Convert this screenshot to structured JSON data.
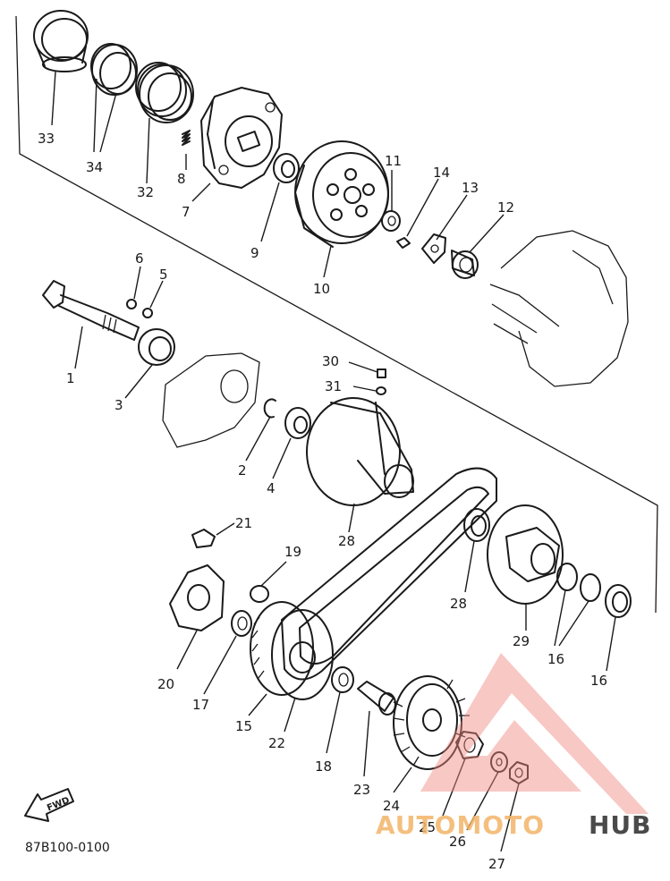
{
  "figure": {
    "diagram_code": "87B100-0100",
    "fwd_label": "FWD"
  },
  "callouts": [
    "1",
    "2",
    "3",
    "4",
    "5",
    "6",
    "7",
    "8",
    "9",
    "10",
    "11",
    "12",
    "13",
    "14",
    "15",
    "16",
    "16",
    "17",
    "18",
    "19",
    "20",
    "21",
    "22",
    "23",
    "24",
    "25",
    "26",
    "27",
    "28",
    "28",
    "29",
    "30",
    "31",
    "32",
    "33",
    "34"
  ],
  "watermark": {
    "text_left": "AUTOMOTO",
    "text_right": "HUB",
    "color_primary": "#f08a80",
    "color_secondary": "#f3b468",
    "color_dark": "#2b2b2b"
  }
}
